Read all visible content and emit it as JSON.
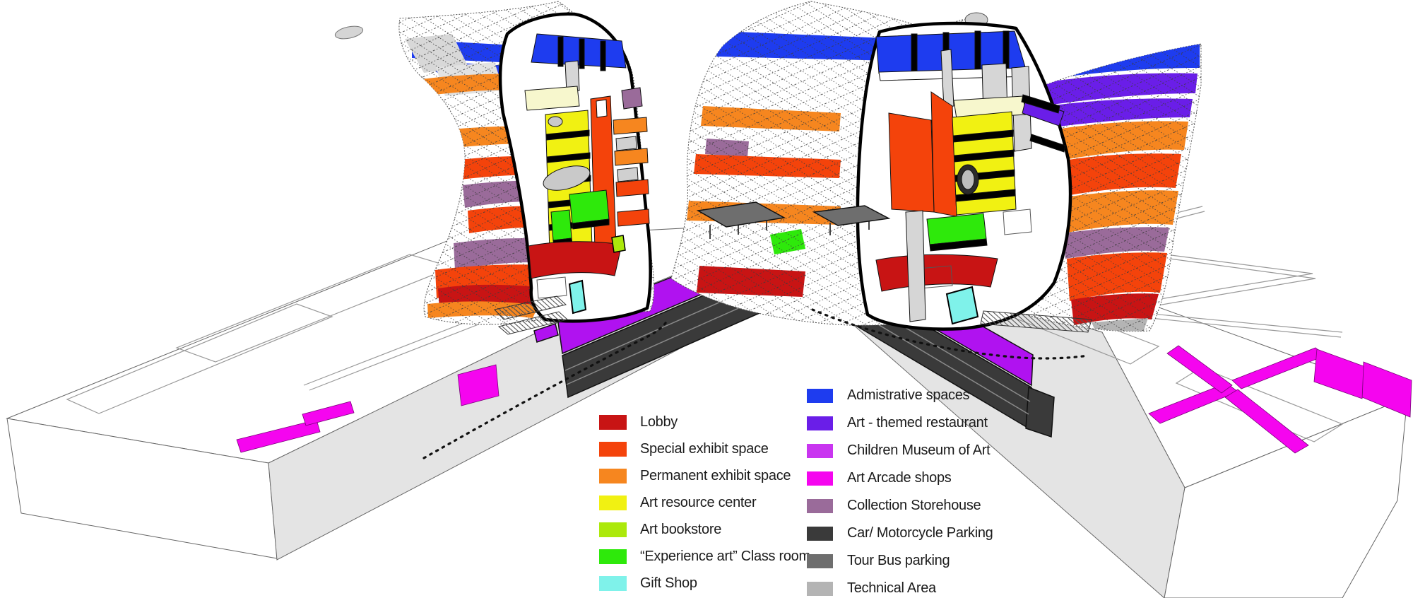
{
  "legend": {
    "left": [
      {
        "label": "Lobby",
        "color": "lobby"
      },
      {
        "label": "Special exhibit space",
        "color": "special"
      },
      {
        "label": "Permanent exhibit space",
        "color": "permanent"
      },
      {
        "label": "Art resource center",
        "color": "resource"
      },
      {
        "label": "Art bookstore",
        "color": "bookstore"
      },
      {
        "label": "“Experience art” Class room",
        "color": "classroom"
      },
      {
        "label": "Gift Shop",
        "color": "gift"
      }
    ],
    "right": [
      {
        "label": "Admistrative spaces",
        "color": "admin"
      },
      {
        "label": "Art - themed restaurant",
        "color": "restaurant"
      },
      {
        "label": "Children Museum of Art",
        "color": "children"
      },
      {
        "label": "Art Arcade shops",
        "color": "arcade"
      },
      {
        "label": "Collection Storehouse",
        "color": "storehouse"
      },
      {
        "label": "Car/ Motorcycle Parking",
        "color": "parking"
      },
      {
        "label": "Tour Bus parking",
        "color": "tourbus"
      },
      {
        "label": "Technical Area",
        "color": "technical"
      }
    ]
  },
  "colors": {
    "lobby": "#C81414",
    "special": "#F4430B",
    "permanent": "#F6861F",
    "resource": "#F1F112",
    "bookstore": "#ACE90B",
    "classroom": "#2EE90B",
    "gift": "#7FF2EA",
    "admin": "#1E3CEF",
    "restaurant": "#6A1EE8",
    "children": "#C935F0",
    "children_deep": "#B012F0",
    "arcade": "#F505EF",
    "storehouse": "#9A6B9A",
    "parking": "#3A3A3A",
    "tourbus": "#6E6E6E",
    "technical": "#B4B4B4",
    "cream": "#F7F7CD",
    "core_gray": "#D6D6D6",
    "blob_gray": "#C9C9C9",
    "ground_side": "#E4E4E4",
    "white": "#FFFFFF",
    "ink": "#111111"
  }
}
